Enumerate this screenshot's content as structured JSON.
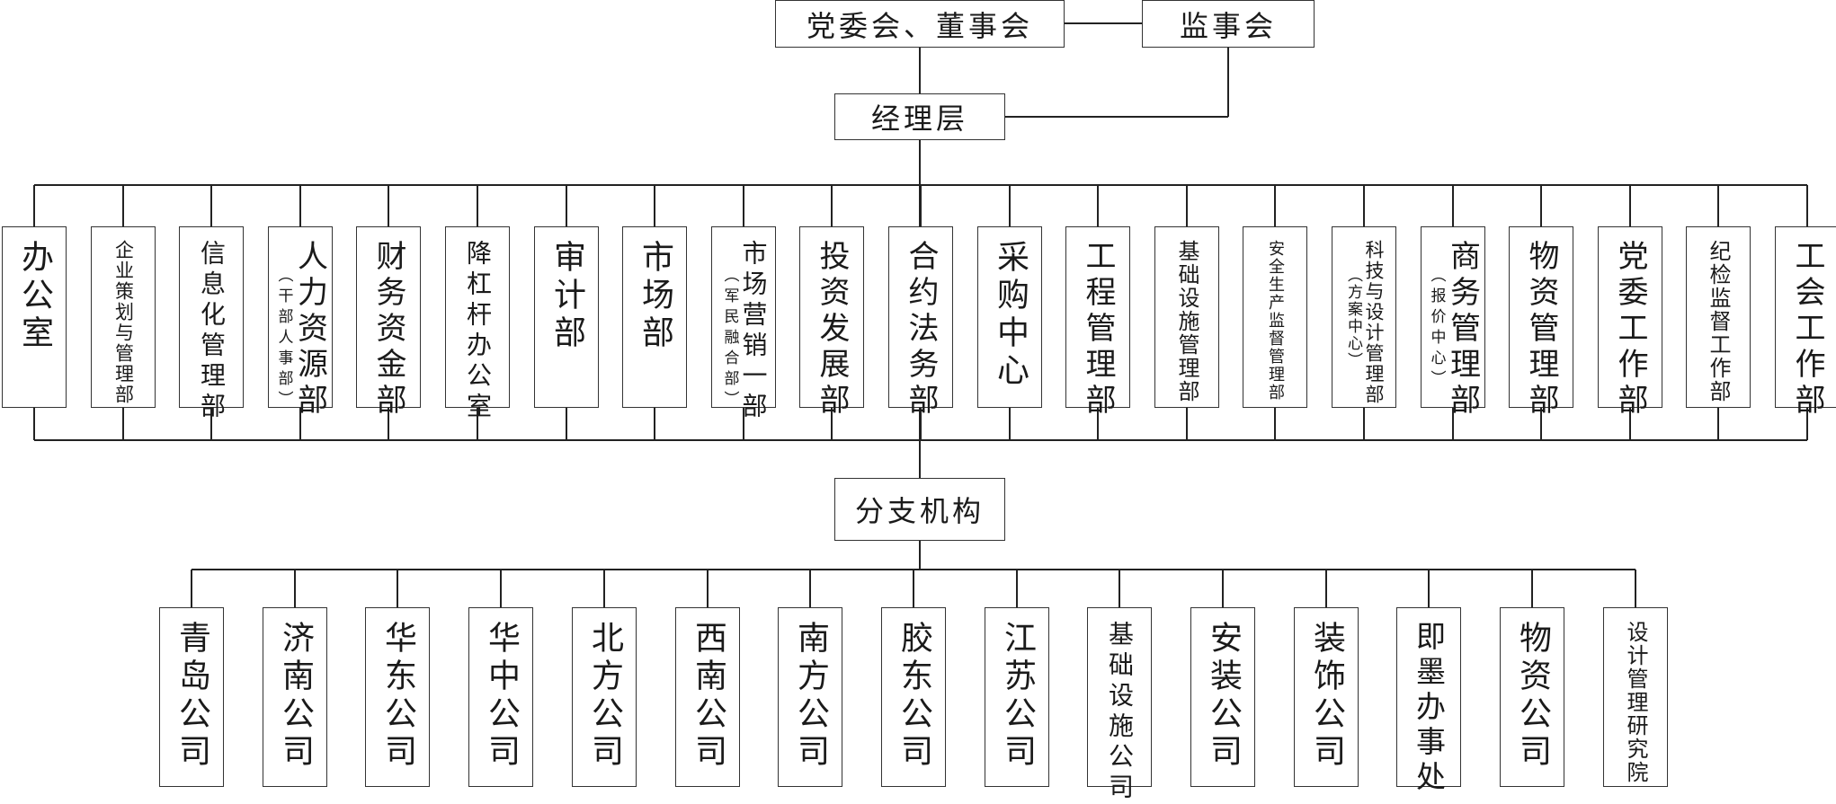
{
  "top": [
    {
      "id": "board",
      "label": "党委会、董事会"
    },
    {
      "id": "supervisory",
      "label": "监事会"
    }
  ],
  "manager": {
    "label": "经理层"
  },
  "branch": {
    "label": "分支机构"
  },
  "departments": [
    {
      "lines": [
        "办公室"
      ]
    },
    {
      "lines": [
        "企业策划与管理部"
      ]
    },
    {
      "lines": [
        "信息化管理部"
      ]
    },
    {
      "lines": [
        "人力资源部",
        "（干部人事部）"
      ]
    },
    {
      "lines": [
        "财务资金部"
      ]
    },
    {
      "lines": [
        "降杠杆办公室"
      ]
    },
    {
      "lines": [
        "审计部"
      ]
    },
    {
      "lines": [
        "市场部"
      ]
    },
    {
      "lines": [
        "市场营销一部",
        "（军民融合部）"
      ]
    },
    {
      "lines": [
        "投资发展部"
      ]
    },
    {
      "lines": [
        "合约法务部"
      ]
    },
    {
      "lines": [
        "采购中心"
      ]
    },
    {
      "lines": [
        "工程管理部"
      ]
    },
    {
      "lines": [
        "基础设施管理部"
      ]
    },
    {
      "lines": [
        "安全生产监督管理部"
      ]
    },
    {
      "lines": [
        "科技与设计管理部",
        "（方案中心）"
      ]
    },
    {
      "lines": [
        "商务管理部",
        "（报价中心）"
      ]
    },
    {
      "lines": [
        "物资管理部"
      ]
    },
    {
      "lines": [
        "党委工作部"
      ]
    },
    {
      "lines": [
        "纪检监督工作部"
      ]
    },
    {
      "lines": [
        "工会工作部"
      ]
    }
  ],
  "branches": [
    {
      "lines": [
        "青岛公司"
      ]
    },
    {
      "lines": [
        "济南公司"
      ]
    },
    {
      "lines": [
        "华东公司"
      ]
    },
    {
      "lines": [
        "华中公司"
      ]
    },
    {
      "lines": [
        "北方公司"
      ]
    },
    {
      "lines": [
        "西南公司"
      ]
    },
    {
      "lines": [
        "南方公司"
      ]
    },
    {
      "lines": [
        "胶东公司"
      ]
    },
    {
      "lines": [
        "江苏公司"
      ]
    },
    {
      "lines": [
        "基础设施公司"
      ]
    },
    {
      "lines": [
        "安装公司"
      ]
    },
    {
      "lines": [
        "装饰公司"
      ]
    },
    {
      "lines": [
        "即墨办事处"
      ]
    },
    {
      "lines": [
        "物资公司"
      ]
    },
    {
      "lines": [
        "设计管理研究院"
      ]
    }
  ]
}
